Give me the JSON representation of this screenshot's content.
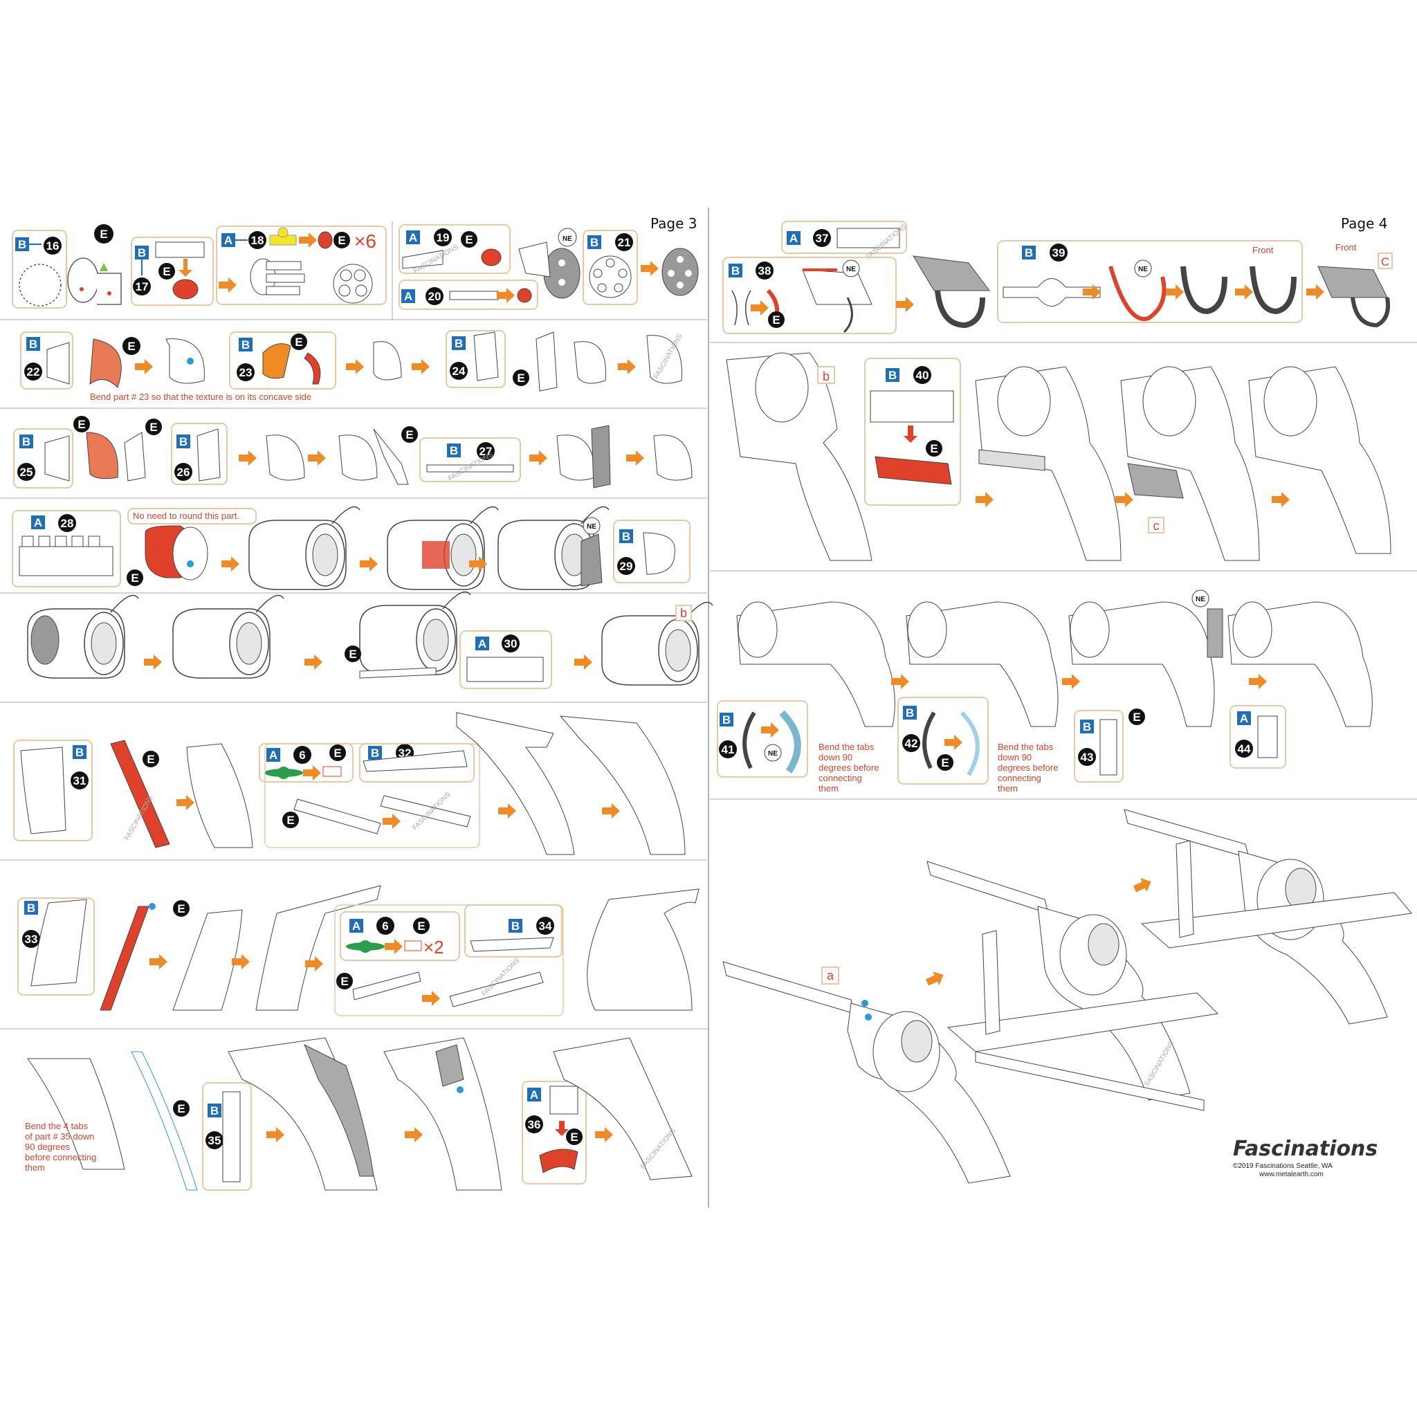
{
  "pages": [
    {
      "header": "Page 3"
    },
    {
      "header": "Page 4"
    }
  ],
  "sheet_labels": {
    "A": "A",
    "B": "B",
    "E": "E",
    "NE": "NE"
  },
  "steps_page3": [
    {
      "sheet": "B",
      "part": "16"
    },
    {
      "sheet": "B",
      "part": "17"
    },
    {
      "sheet": "A",
      "part": "18",
      "multiplier": "×6"
    },
    {
      "sheet": "A",
      "part": "19"
    },
    {
      "sheet": "A",
      "part": "20"
    },
    {
      "sheet": "B",
      "part": "21"
    },
    {
      "sheet": "B",
      "part": "22"
    },
    {
      "sheet": "B",
      "part": "23"
    },
    {
      "sheet": "B",
      "part": "24"
    },
    {
      "sheet": "B",
      "part": "25"
    },
    {
      "sheet": "B",
      "part": "26"
    },
    {
      "sheet": "B",
      "part": "27"
    },
    {
      "sheet": "A",
      "part": "28"
    },
    {
      "sheet": "B",
      "part": "29"
    },
    {
      "sheet": "A",
      "part": "30"
    },
    {
      "sheet": "B",
      "part": "31"
    },
    {
      "sheet": "A",
      "part": "6"
    },
    {
      "sheet": "B",
      "part": "32"
    },
    {
      "sheet": "B",
      "part": "33"
    },
    {
      "sheet": "A",
      "part": "6",
      "multiplier": "×2"
    },
    {
      "sheet": "B",
      "part": "34"
    },
    {
      "sheet": "B",
      "part": "35"
    },
    {
      "sheet": "A",
      "part": "36"
    }
  ],
  "steps_page4": [
    {
      "sheet": "A",
      "part": "37"
    },
    {
      "sheet": "B",
      "part": "38"
    },
    {
      "sheet": "B",
      "part": "39"
    },
    {
      "sheet": "B",
      "part": "40"
    },
    {
      "sheet": "B",
      "part": "41"
    },
    {
      "sheet": "B",
      "part": "42"
    },
    {
      "sheet": "B",
      "part": "43"
    },
    {
      "sheet": "A",
      "part": "44"
    }
  ],
  "notes": {
    "bend23": "Bend part # 23 so that the texture is on its concave side",
    "noround28": "No need to round this part.",
    "bend35": [
      "Bend the 4 tabs",
      "of part # 35 down",
      "90 degrees",
      "before connecting",
      "them"
    ],
    "bend41": [
      "Bend the tabs",
      "down 90",
      "degrees before",
      "connecting",
      "them"
    ],
    "bend42": [
      "Bend the tabs",
      "down 90",
      "degrees before",
      "connecting",
      "them"
    ]
  },
  "markers": {
    "a": "a",
    "b": "b",
    "c": "c",
    "C": "C"
  },
  "front_labels": [
    "Front",
    "Front"
  ],
  "watermark": "FASCINATIONS",
  "footer": {
    "brand": "Fascinations",
    "copyright": "©2019 Fascinations Seattle, WA",
    "url": "www.metalearth.com"
  },
  "colors": {
    "sheet_blue": "#1f6fb8",
    "arrow_orange": "#f08a24",
    "accent_red": "#e0412a",
    "frame_tan": "#e9c9a3",
    "connector_blue": "#2a9ad8",
    "connector_green": "#7cc243",
    "green_tool": "#2a9e4a"
  }
}
